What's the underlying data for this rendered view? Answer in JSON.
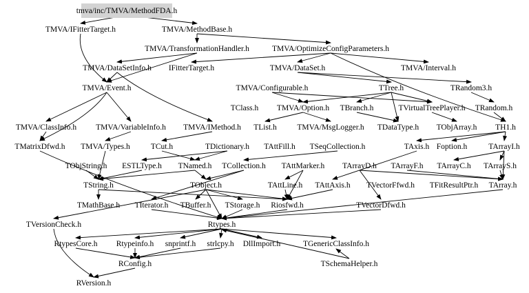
{
  "graph": {
    "root": "tmva/inc/TMVA/MethodFDA.h",
    "root_fill": "#d3d3d3",
    "edge_color": "#000000",
    "nodes": [
      "tmva/inc/TMVA/MethodFDA.h",
      "TMVA/IFitterTarget.h",
      "TMVA/MethodBase.h",
      "TMVA/TransformationHandler.h",
      "TMVA/OptimizeConfigParameters.h",
      "TMVA/DataSetInfo.h",
      "IFitterTarget.h",
      "TMVA/DataSet.h",
      "TMVA/Interval.h",
      "TMVA/Event.h",
      "TMVA/Configurable.h",
      "TTree.h",
      "TRandom3.h",
      "TClass.h",
      "TMVA/Option.h",
      "TBranch.h",
      "TVirtualTreePlayer.h",
      "TRandom.h",
      "TMVA/ClassInfo.h",
      "TMVA/VariableInfo.h",
      "TMVA/IMethod.h",
      "TList.h",
      "TMVA/MsgLogger.h",
      "TDataType.h",
      "TObjArray.h",
      "TH1.h",
      "TMatrixDfwd.h",
      "TMVA/Types.h",
      "TCut.h",
      "TDictionary.h",
      "TAttFill.h",
      "TSeqCollection.h",
      "TAxis.h",
      "Foption.h",
      "TArrayI.h",
      "TObjString.h",
      "ESTLType.h",
      "TNamed.h",
      "TCollection.h",
      "TAttMarker.h",
      "TArrayD.h",
      "TArrayF.h",
      "TArrayC.h",
      "TArrayS.h",
      "TString.h",
      "TObject.h",
      "TAttLine.h",
      "TAttAxis.h",
      "TVectorFfwd.h",
      "TFitResultPtr.h",
      "TArray.h",
      "TMathBase.h",
      "TIterator.h",
      "TBuffer.h",
      "TStorage.h",
      "Riosfwd.h",
      "TVectorDfwd.h",
      "TVersionCheck.h",
      "Rtypes.h",
      "RtypesCore.h",
      "Rtypeinfo.h",
      "snprintf.h",
      "strlcpy.h",
      "DllImport.h",
      "TGenericClassInfo.h",
      "RConfig.h",
      "TSchemaHelper.h",
      "RVersion.h"
    ],
    "edges": [
      [
        "tmva/inc/TMVA/MethodFDA.h",
        "TMVA/IFitterTarget.h"
      ],
      [
        "tmva/inc/TMVA/MethodFDA.h",
        "TMVA/MethodBase.h"
      ],
      [
        "TMVA/MethodBase.h",
        "TMVA/TransformationHandler.h"
      ],
      [
        "TMVA/MethodBase.h",
        "TMVA/OptimizeConfigParameters.h"
      ],
      [
        "TMVA/IFitterTarget.h",
        "TMVA/Event.h"
      ],
      [
        "TMVA/TransformationHandler.h",
        "TMVA/DataSetInfo.h"
      ],
      [
        "TMVA/TransformationHandler.h",
        "TMVA/Event.h"
      ],
      [
        "TMVA/OptimizeConfigParameters.h",
        "IFitterTarget.h"
      ],
      [
        "TMVA/OptimizeConfigParameters.h",
        "TMVA/DataSet.h"
      ],
      [
        "TMVA/OptimizeConfigParameters.h",
        "TMVA/Interval.h"
      ],
      [
        "TMVA/OptimizeConfigParameters.h",
        "TH1.h"
      ],
      [
        "TMVA/DataSetInfo.h",
        "TMVA/Event.h"
      ],
      [
        "TMVA/DataSet.h",
        "TTree.h"
      ],
      [
        "TMVA/DataSet.h",
        "TRandom3.h"
      ],
      [
        "TMVA/DataSetInfo.h",
        "TMVA/IMethod.h"
      ],
      [
        "TMVA/Event.h",
        "TMVA/ClassInfo.h"
      ],
      [
        "TMVA/Event.h",
        "TMVA/VariableInfo.h"
      ],
      [
        "TMVA/Event.h",
        "TMatrixDfwd.h"
      ],
      [
        "TMVA/Configurable.h",
        "TMVA/Option.h"
      ],
      [
        "TMVA/Configurable.h",
        "TVirtualTreePlayer.h"
      ],
      [
        "TTree.h",
        "TBranch.h"
      ],
      [
        "TTree.h",
        "TVirtualTreePlayer.h"
      ],
      [
        "TTree.h",
        "TDataType.h"
      ],
      [
        "TTree.h",
        "TMVA/Option.h"
      ],
      [
        "TRandom3.h",
        "TRandom.h"
      ],
      [
        "TMVA/Option.h",
        "TList.h"
      ],
      [
        "TMVA/Option.h",
        "TMVA/MsgLogger.h"
      ],
      [
        "TBranch.h",
        "TDataType.h"
      ],
      [
        "TVirtualTreePlayer.h",
        "TObjArray.h"
      ],
      [
        "TRandom.h",
        "TH1.h"
      ],
      [
        "TMVA/ClassInfo.h",
        "TMatrixDfwd.h"
      ],
      [
        "TMVA/VariableInfo.h",
        "TMVA/Types.h"
      ],
      [
        "TMVA/IMethod.h",
        "TCut.h"
      ],
      [
        "TH1.h",
        "TArrayI.h"
      ],
      [
        "TH1.h",
        "TAxis.h"
      ],
      [
        "TH1.h",
        "Foption.h"
      ],
      [
        "TArrayI.h",
        "TArray.h"
      ],
      [
        "TMVA/Types.h",
        "TString.h"
      ],
      [
        "TCut.h",
        "TNamed.h"
      ],
      [
        "TDictionary.h",
        "TNamed.h"
      ],
      [
        "TDictionary.h",
        "ESTLType.h"
      ],
      [
        "TSeqCollection.h",
        "TCollection.h"
      ],
      [
        "TAxis.h",
        "TAttAxis.h"
      ],
      [
        "TArrayI.h",
        "TArrayS.h"
      ],
      [
        "TArrayI.h",
        "TArrayC.h"
      ],
      [
        "TArrayS.h",
        "TArray.h"
      ],
      [
        "TArrayF.h",
        "TArray.h"
      ],
      [
        "TArrayD.h",
        "TArray.h"
      ],
      [
        "TArrayD.h",
        "TVectorDfwd.h"
      ],
      [
        "TObjString.h",
        "TString.h"
      ],
      [
        "ESTLType.h",
        "TString.h"
      ],
      [
        "TNamed.h",
        "TString.h"
      ],
      [
        "TNamed.h",
        "TObject.h"
      ],
      [
        "TCollection.h",
        "TObject.h"
      ],
      [
        "TCollection.h",
        "TIterator.h"
      ],
      [
        "TAttMarker.h",
        "TAttLine.h"
      ],
      [
        "TAttMarker.h",
        "Riosfwd.h"
      ],
      [
        "TAttLine.h",
        "Riosfwd.h"
      ],
      [
        "TAttAxis.h",
        "Riosfwd.h"
      ],
      [
        "TString.h",
        "TMathBase.h"
      ],
      [
        "TString.h",
        "Riosfwd.h"
      ],
      [
        "TObject.h",
        "TStorage.h"
      ],
      [
        "TObject.h",
        "TBuffer.h"
      ],
      [
        "TObject.h",
        "TVersionCheck.h"
      ],
      [
        "TObject.h",
        "Rtypes.h"
      ],
      [
        "TObject.h",
        "Riosfwd.h"
      ],
      [
        "TIterator.h",
        "Rtypes.h"
      ],
      [
        "TStorage.h",
        "Rtypes.h"
      ],
      [
        "Riosfwd.h",
        "Rtypes.h"
      ],
      [
        "TVectorDfwd.h",
        "Rtypes.h"
      ],
      [
        "TMatrixDfwd.h",
        "Rtypes.h"
      ],
      [
        "TArray.h",
        "Rtypes.h"
      ],
      [
        "TVersionCheck.h",
        "RVersion.h"
      ],
      [
        "Rtypes.h",
        "RtypesCore.h"
      ],
      [
        "Rtypes.h",
        "Rtypeinfo.h"
      ],
      [
        "Rtypes.h",
        "snprintf.h"
      ],
      [
        "Rtypes.h",
        "strlcpy.h"
      ],
      [
        "Rtypes.h",
        "DllImport.h"
      ],
      [
        "Rtypes.h",
        "TGenericClassInfo.h"
      ],
      [
        "RtypesCore.h",
        "RConfig.h"
      ],
      [
        "Rtypeinfo.h",
        "RConfig.h"
      ],
      [
        "snprintf.h",
        "RConfig.h"
      ],
      [
        "strlcpy.h",
        "RConfig.h"
      ],
      [
        "RConfig.h",
        "RVersion.h"
      ],
      [
        "TSchemaHelper.h",
        "TGenericClassInfo.h"
      ],
      [
        "TSchemaHelper.h",
        "Rtypes.h"
      ]
    ]
  }
}
